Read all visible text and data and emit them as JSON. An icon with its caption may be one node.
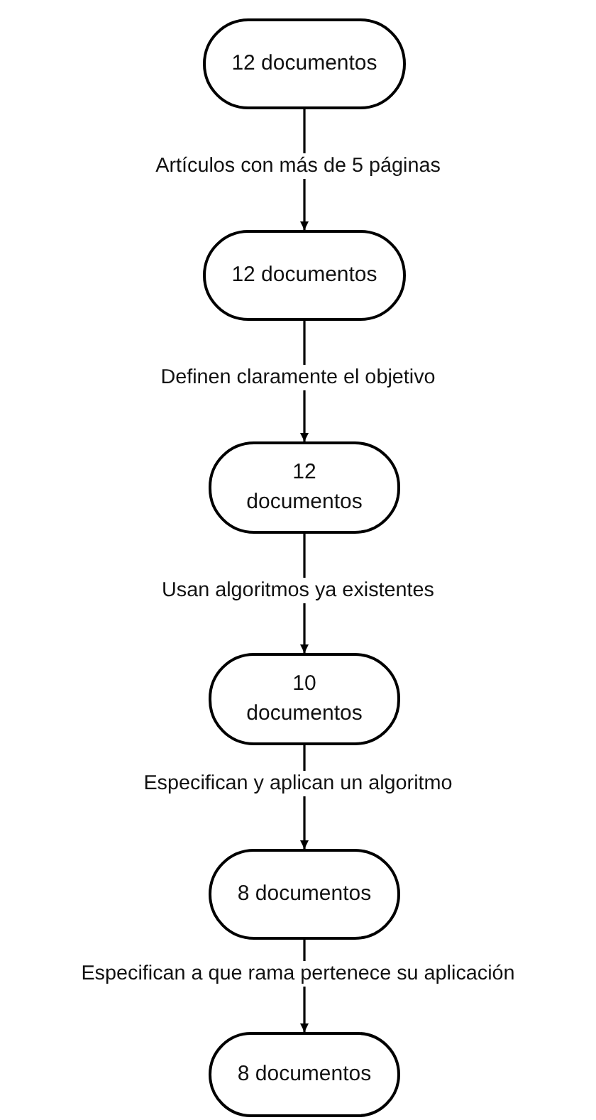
{
  "diagram": {
    "nodes": [
      {
        "text": [
          "12 documentos"
        ]
      },
      {
        "text": [
          "12 documentos"
        ]
      },
      {
        "text": [
          "12 documentos"
        ]
      },
      {
        "text": [
          "10 documentos"
        ]
      },
      {
        "text": [
          "8 documentos"
        ]
      },
      {
        "text": [
          "8 documentos"
        ]
      }
    ],
    "edges": [
      {
        "from": 0,
        "to": 1,
        "arrow": "to",
        "label": "Artículos con más de 5 páginas"
      },
      {
        "from": 1,
        "to": 2,
        "arrow": "to",
        "label": "Definen claramente el objetivo"
      },
      {
        "from": 2,
        "to": 3,
        "arrow": "to",
        "label": "Usan algoritmos ya existentes"
      },
      {
        "from": 3,
        "to": 4,
        "arrow": "to",
        "label": "Especifican y aplican un algoritmo"
      },
      {
        "from": 4,
        "to": 5,
        "arrow": "to",
        "label": "Especifican a que rama pertenece su aplicación"
      }
    ]
  }
}
